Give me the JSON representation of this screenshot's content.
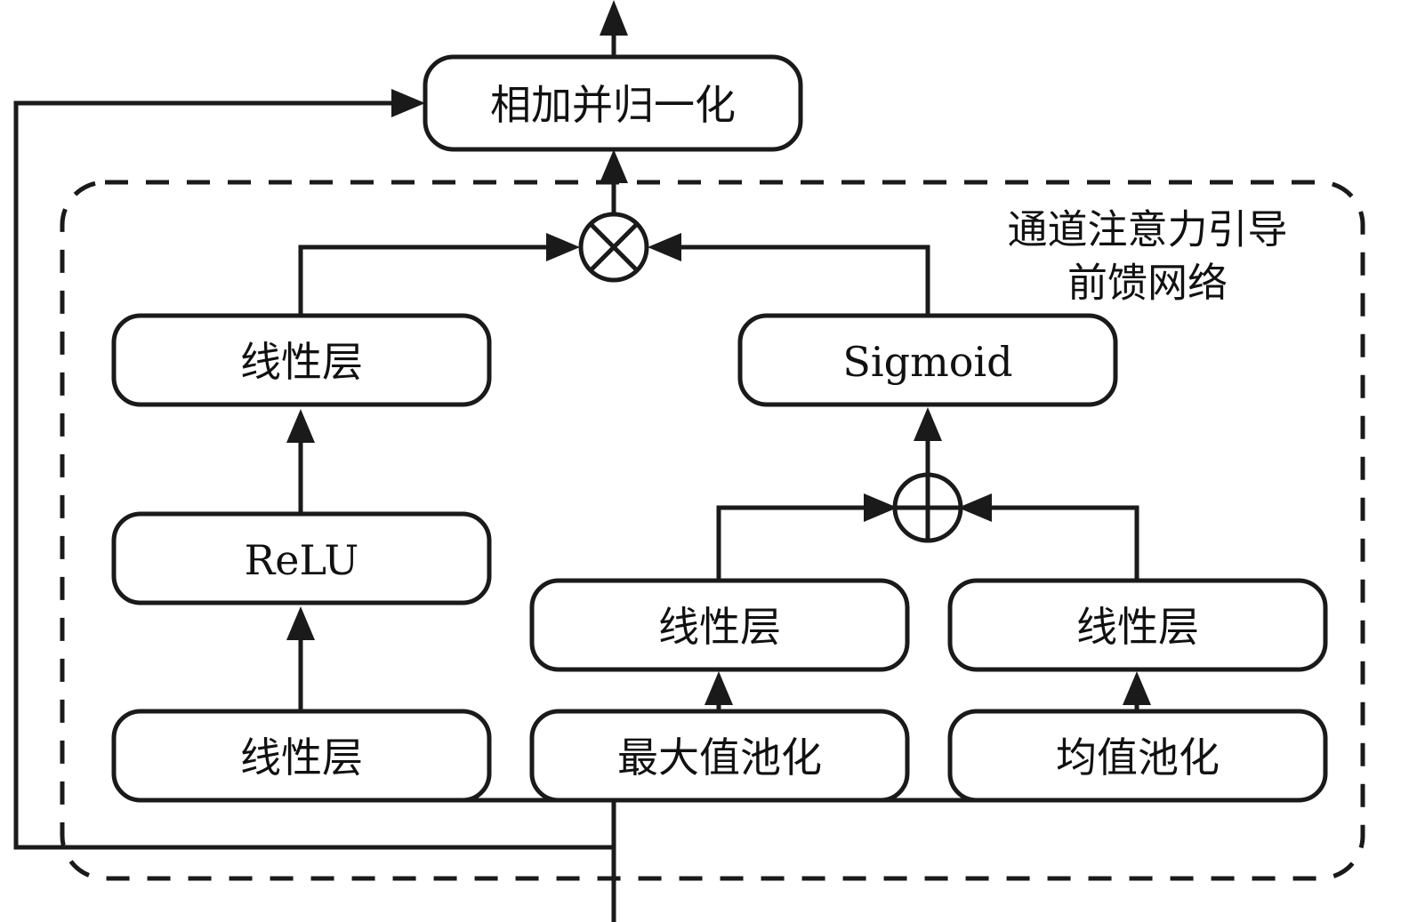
{
  "diagram": {
    "title": "通道注意力引导前馈网络",
    "module_label": {
      "line1": "通道注意力引导",
      "line2": "前馈网络"
    },
    "colors": {
      "stroke": "#1a1a1a",
      "background": "#ffffff",
      "text": "#111111"
    },
    "nodes": {
      "add_norm": "相加并归一化",
      "linear_out": "线性层",
      "relu": "ReLU",
      "linear_in": "线性层",
      "sigmoid": "Sigmoid",
      "linear_max": "线性层",
      "linear_avg": "线性层",
      "max_pool": "最大值池化",
      "avg_pool": "均值池化"
    },
    "operators": {
      "multiply": "⊗",
      "multiply_name": "element-wise-multiply",
      "add": "⊕",
      "add_name": "element-wise-add"
    },
    "edges": [
      {
        "from": "input",
        "to": "linear_in"
      },
      {
        "from": "input",
        "to": "max_pool"
      },
      {
        "from": "input",
        "to": "avg_pool"
      },
      {
        "from": "input",
        "to": "add_norm",
        "type": "residual-skip"
      },
      {
        "from": "linear_in",
        "to": "relu"
      },
      {
        "from": "relu",
        "to": "linear_out"
      },
      {
        "from": "linear_out",
        "to": "multiply"
      },
      {
        "from": "max_pool",
        "to": "linear_max"
      },
      {
        "from": "avg_pool",
        "to": "linear_avg"
      },
      {
        "from": "linear_max",
        "to": "add"
      },
      {
        "from": "linear_avg",
        "to": "add"
      },
      {
        "from": "add",
        "to": "sigmoid"
      },
      {
        "from": "sigmoid",
        "to": "multiply"
      },
      {
        "from": "multiply",
        "to": "add_norm"
      },
      {
        "from": "add_norm",
        "to": "output"
      }
    ]
  }
}
